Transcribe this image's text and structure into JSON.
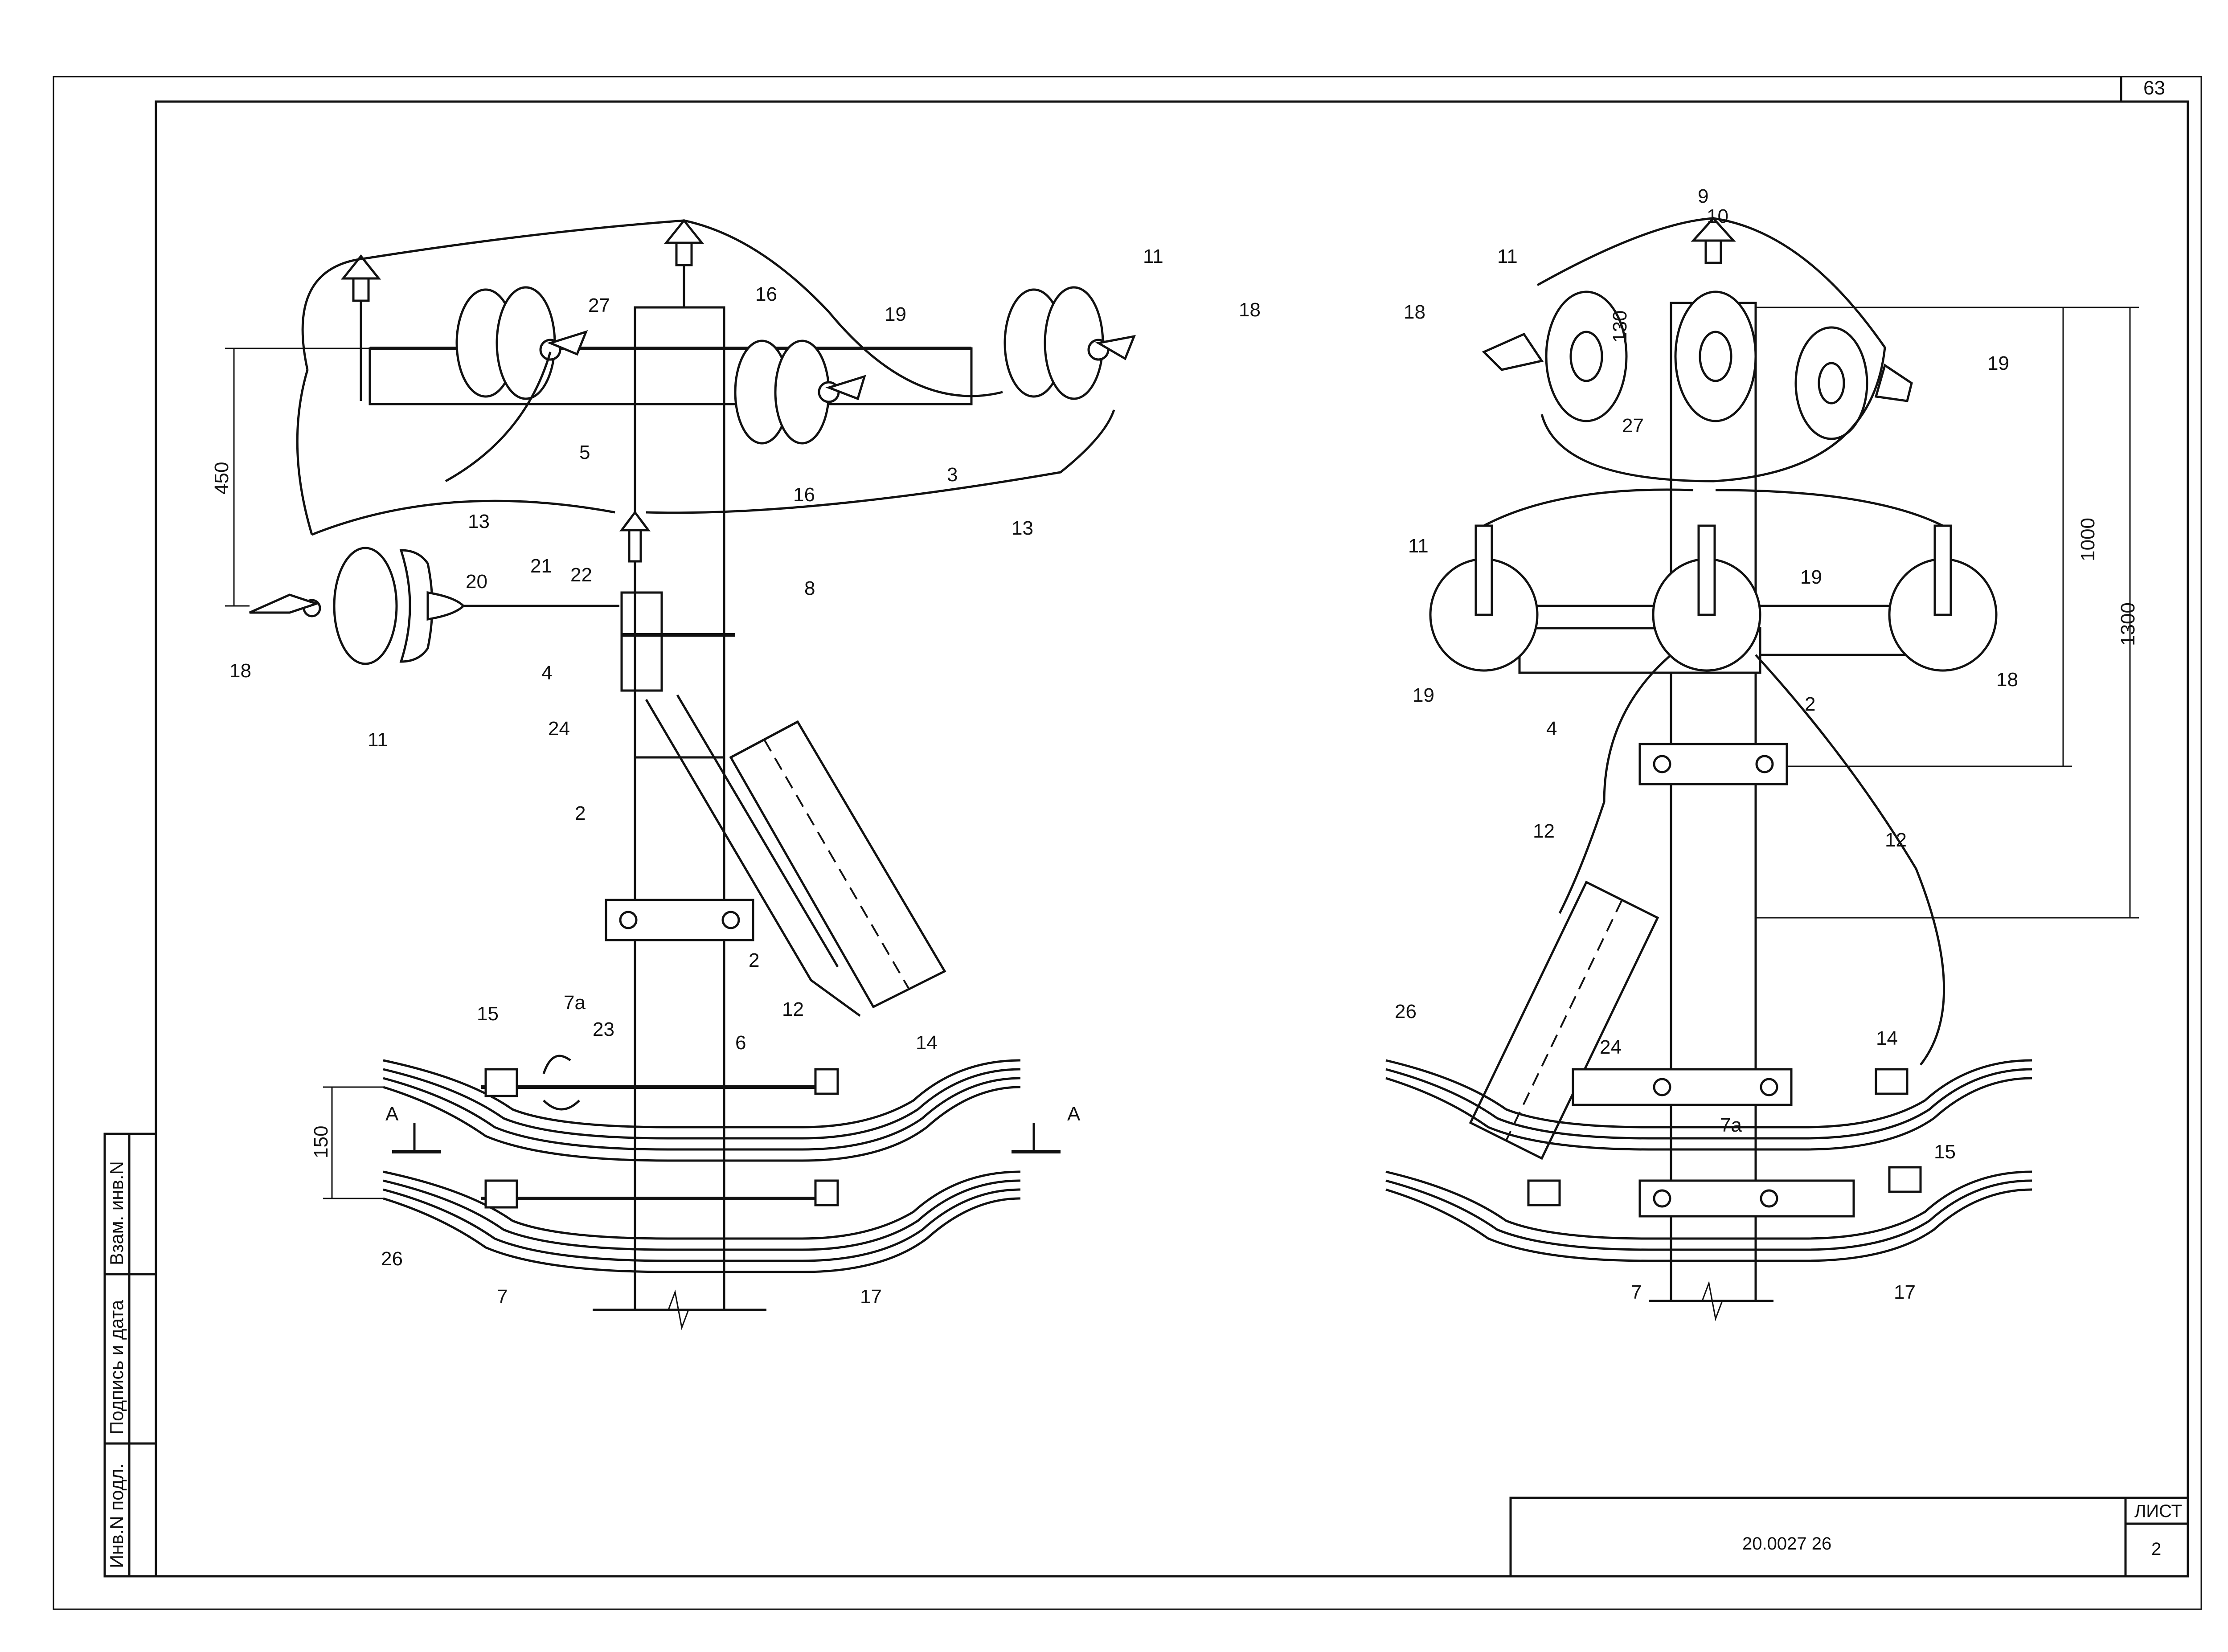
{
  "sheet": {
    "page_number": "63",
    "document_code": "20.0027 26",
    "sheet_label": "ЛИСТ",
    "sheet_number": "2"
  },
  "side_stamp": {
    "inv_orig": "Инв.N подл.",
    "signature_date": "Подпись и дата",
    "inv_replace": "Взам. инв.N"
  },
  "left_view": {
    "section_mark": "A",
    "dimensions": {
      "top_spacing": "450",
      "bundle_spacing": "150"
    },
    "callouts": [
      "27",
      "16",
      "19",
      "11",
      "18",
      "5",
      "3",
      "16",
      "13",
      "13",
      "21",
      "22",
      "20",
      "18",
      "11",
      "8",
      "4",
      "24",
      "2",
      "2",
      "12",
      "15",
      "7а",
      "23",
      "6",
      "14",
      "26",
      "7",
      "17"
    ]
  },
  "right_view": {
    "dimensions": {
      "small": "130",
      "mid": "1000",
      "total": "1300"
    },
    "callouts": [
      "9",
      "10",
      "11",
      "18",
      "27",
      "19",
      "11",
      "19",
      "19",
      "18",
      "4",
      "2",
      "12",
      "12",
      "26",
      "24",
      "7а",
      "14",
      "15",
      "7",
      "17"
    ]
  }
}
